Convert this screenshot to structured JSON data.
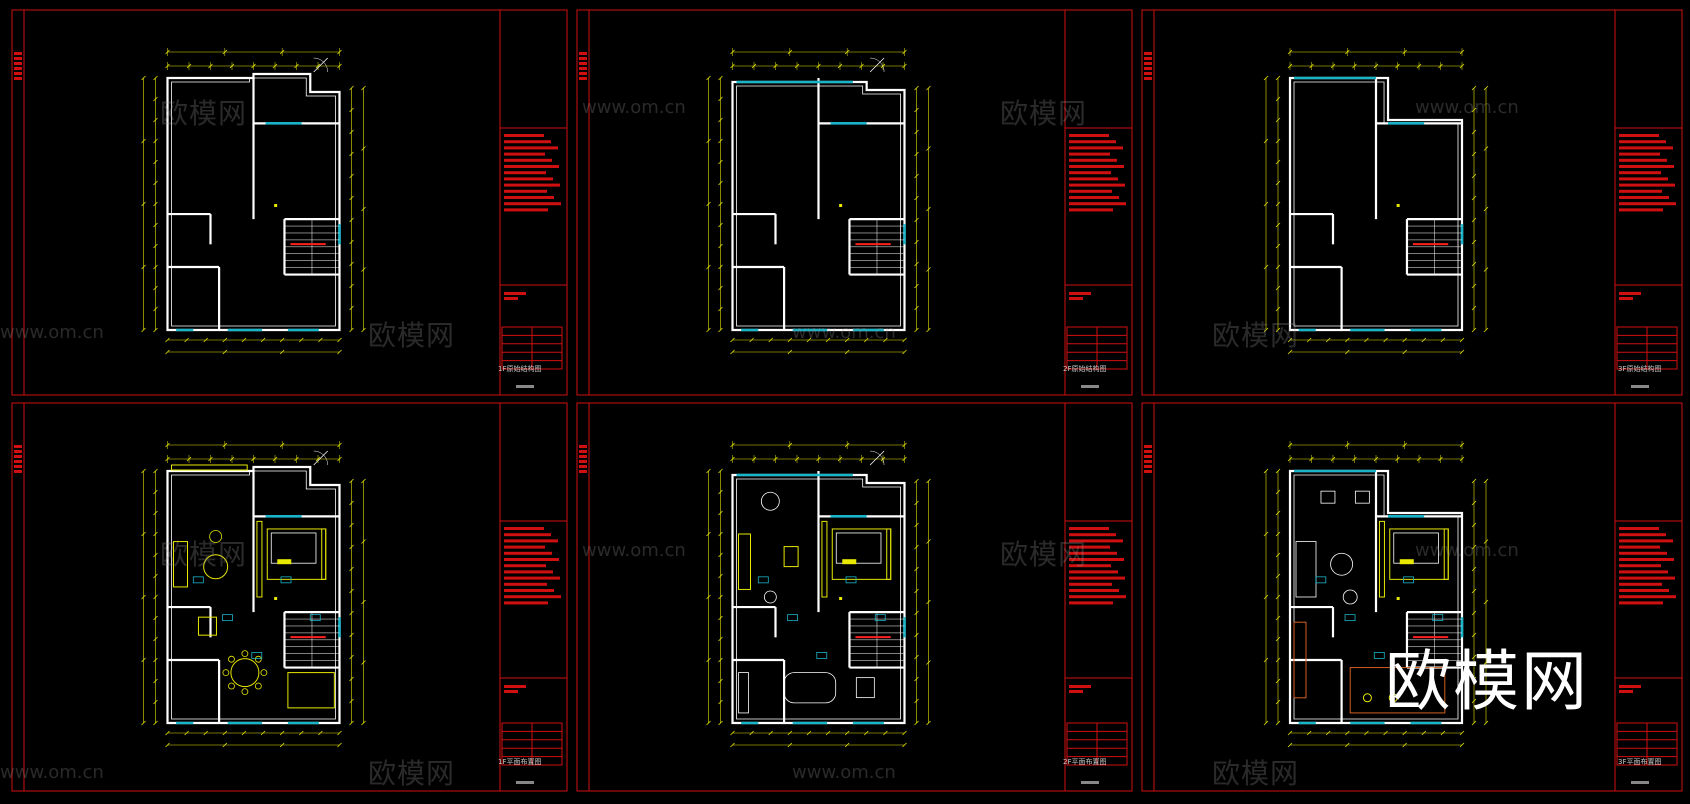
{
  "sheets": [
    {
      "id": "tl",
      "title": "1F原始结构图"
    },
    {
      "id": "tm",
      "title": "2F原始结构图"
    },
    {
      "id": "tr",
      "title": "3F原始结构图"
    },
    {
      "id": "bl",
      "title": "1F平面布置图"
    },
    {
      "id": "bm",
      "title": "2F平面布置图"
    },
    {
      "id": "br",
      "title": "3F平面布置图"
    }
  ],
  "watermark": {
    "url": "www.om.cn",
    "brand": "欧模网"
  },
  "logo": {
    "text": "欧模网"
  },
  "colors": {
    "border": "#d01010",
    "wall": "#ffffff",
    "dimension": "#e8e800",
    "window": "#19b4c8",
    "furniture": "#e8e800",
    "stair": "#ff2020"
  }
}
